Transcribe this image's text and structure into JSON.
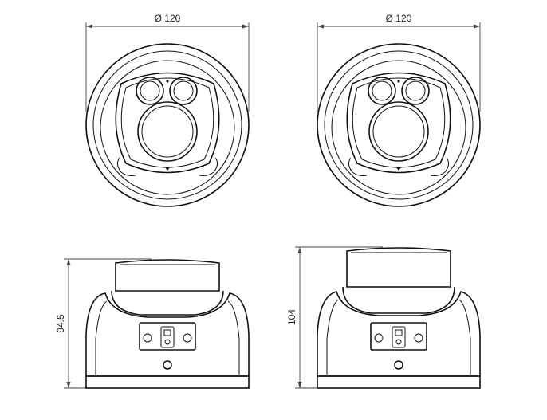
{
  "drawing": {
    "top_views": [
      {
        "diameter_label": "Ø 120"
      },
      {
        "diameter_label": "Ø 120"
      }
    ],
    "side_views": [
      {
        "height_label": "94.5"
      },
      {
        "height_label": "104"
      }
    ],
    "line_color": "#111111",
    "background_color": "#ffffff"
  }
}
